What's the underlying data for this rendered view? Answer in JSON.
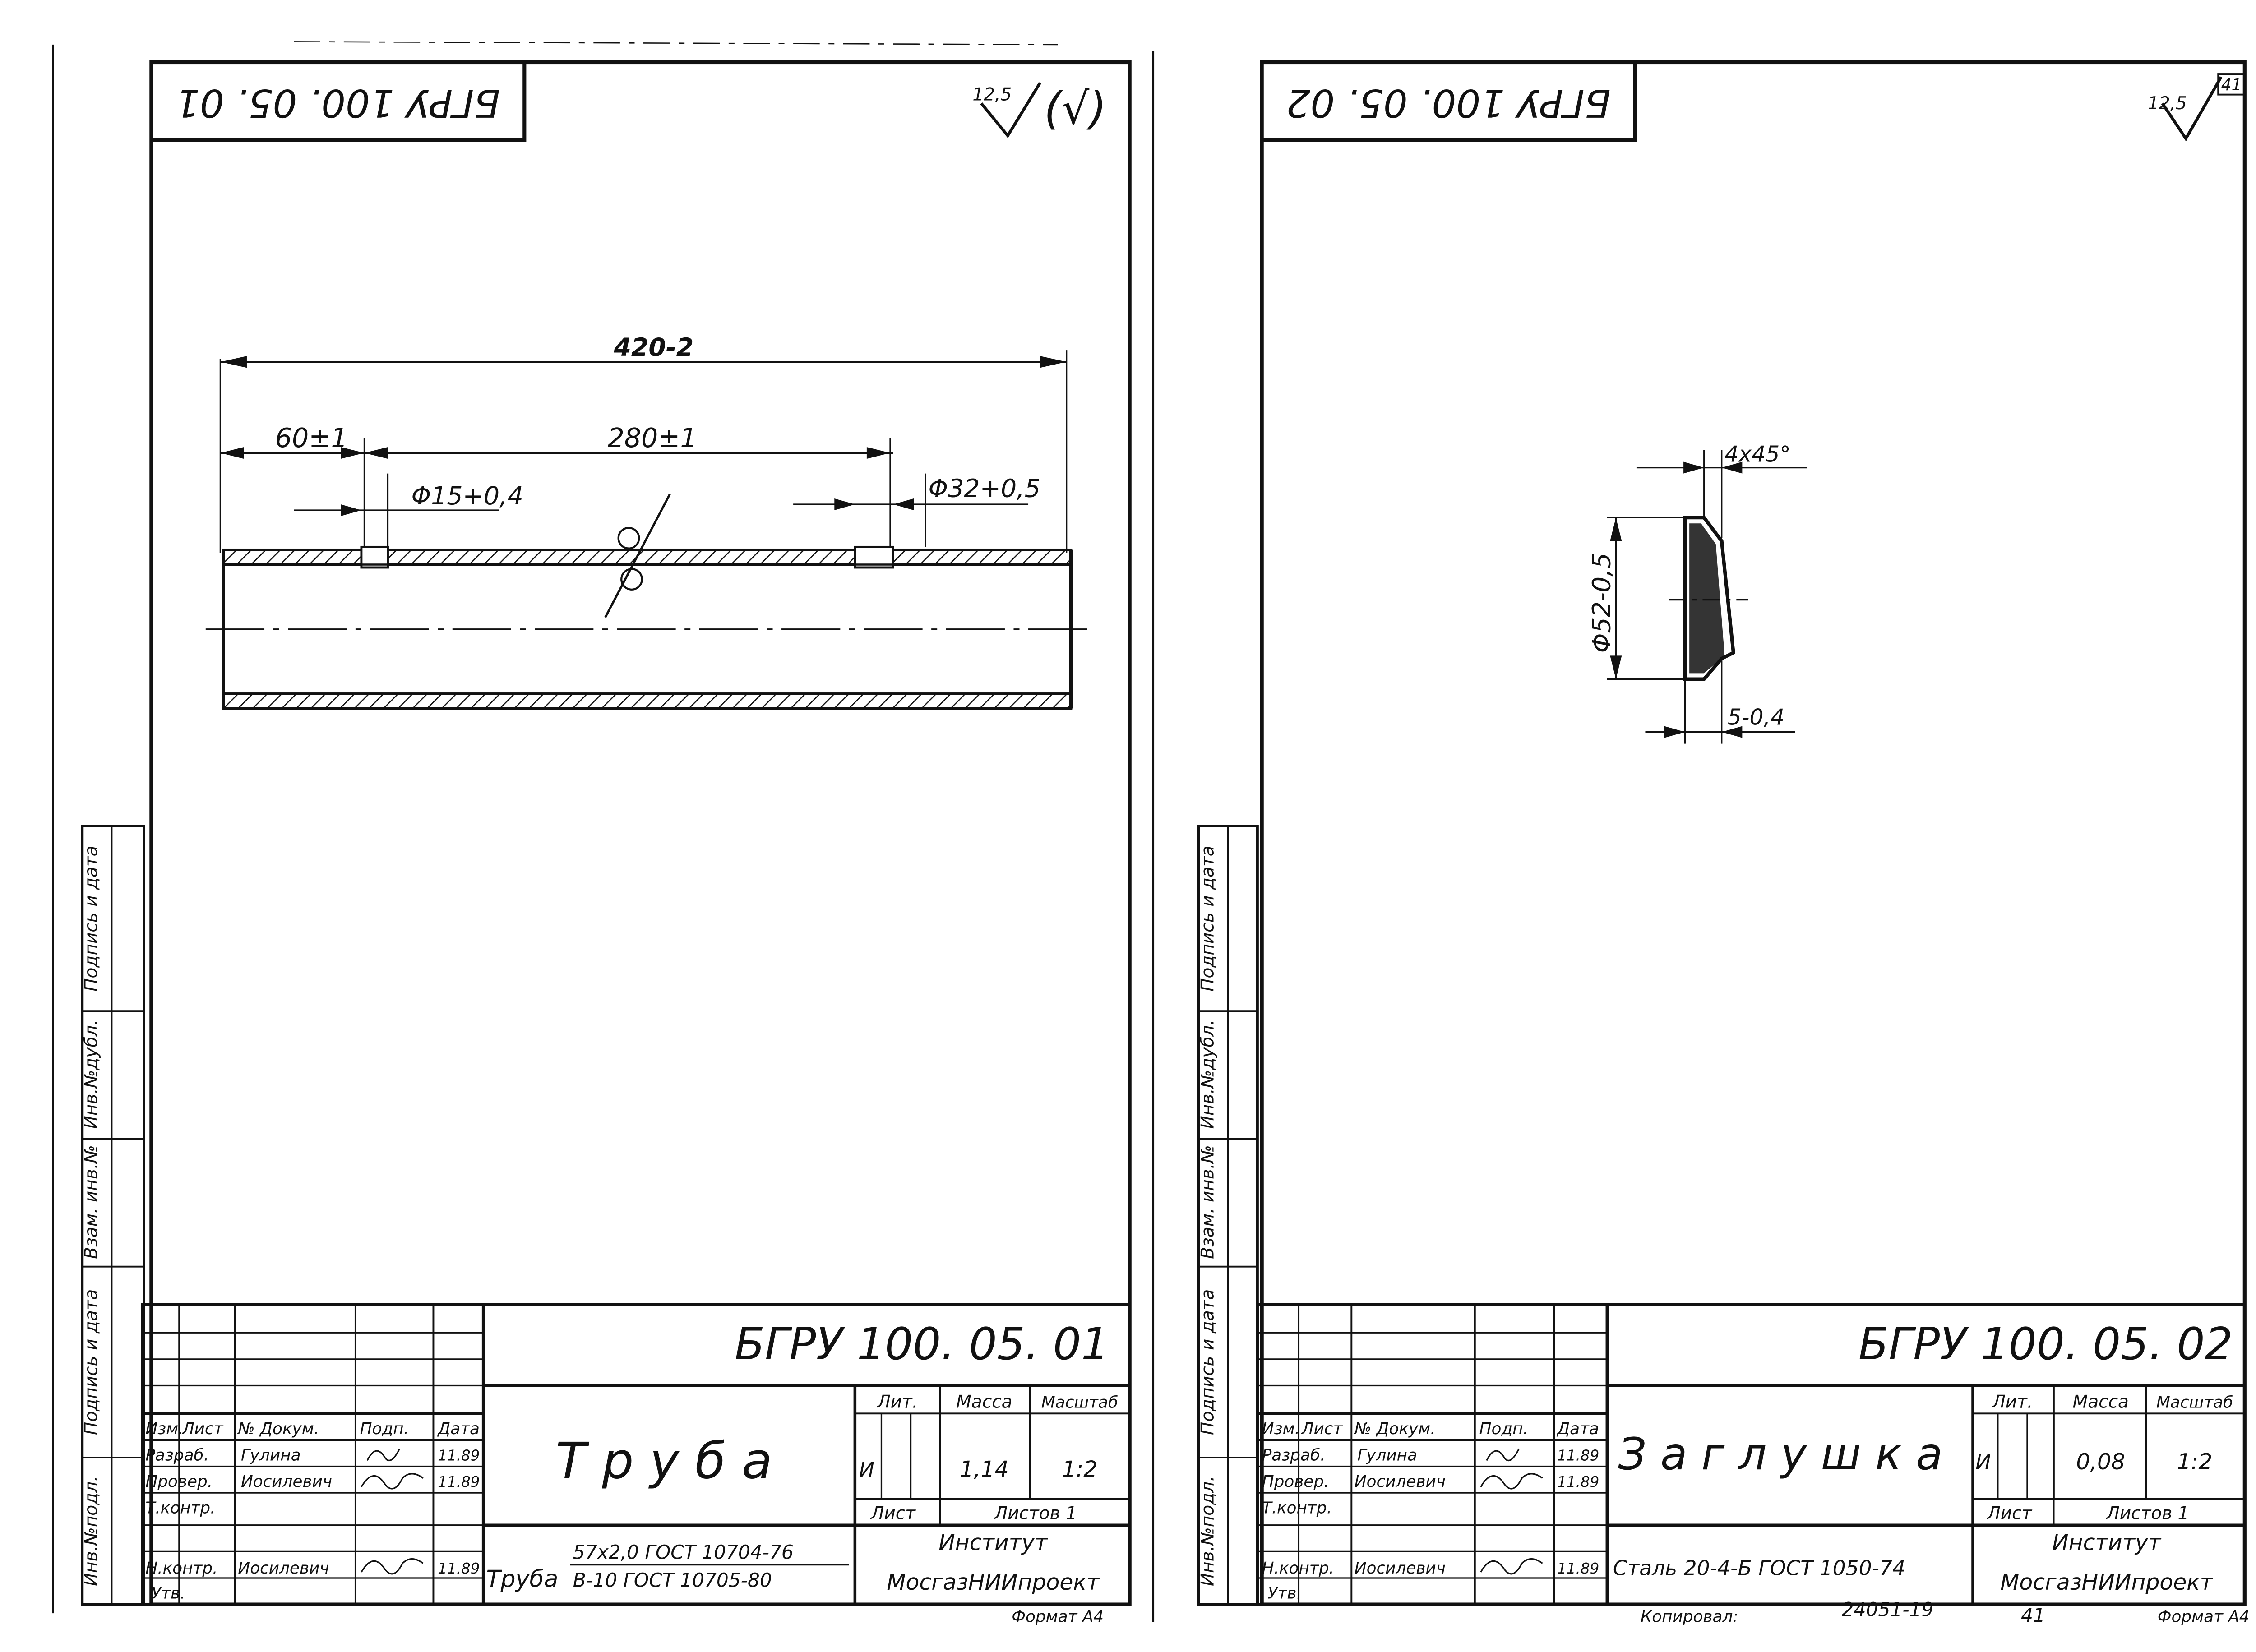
{
  "sheets": [
    {
      "code_box": "БГРУ 100. 05. 01",
      "roughness": "12,5",
      "roughness_paren": "(√)",
      "drawing": {
        "dim_overall": "420-2",
        "dim_left": "60±1",
        "dim_middle": "280±1",
        "dia_small": "Φ15+0,4",
        "dia_large": "Φ32+0,5"
      },
      "side_labels": [
        "Инв.№подл.",
        "Подпись и дата",
        "Взам. инв.№",
        "Инв.№дубл.",
        "Подпись и дата"
      ],
      "title_block": {
        "designation": "БГРУ 100. 05. 01",
        "part_name": "Т р у б а",
        "hdr_izm": "Изм.",
        "hdr_list": "Лист",
        "hdr_doc": "№ Докум.",
        "hdr_sign": "Подп.",
        "hdr_date": "Дата",
        "row_razrab": "Разраб.",
        "razrab_name": "Гулина",
        "razrab_date": "11.89",
        "row_prover": "Провер.",
        "prover_name": "Иосилевич",
        "prover_date": "11.89",
        "row_tkontr": "Т.контр.",
        "row_nkontr": "Н.контр.",
        "nkontr_name": "Иосилевич",
        "nkontr_date": "11.89",
        "row_utv": "Утв.",
        "lit_header": "Лит.",
        "mass_header": "Масса",
        "scale_header": "Масштаб",
        "lit_value": "И",
        "mass_value": "1,14",
        "scale_value": "1:2",
        "sheet_label": "Лист",
        "sheets_label": "Листов 1",
        "material_prefix": "Труба",
        "material_line1": "57х2,0 ГОСТ 10704-76",
        "material_line2": "В-10 ГОСТ 10705-80",
        "org_line1": "Институт",
        "org_line2": "МосгазНИИпроект",
        "format": "Формат А4"
      }
    },
    {
      "code_box": "БГРУ 100. 05. 02",
      "roughness": "12,5",
      "page_number": "41",
      "drawing": {
        "chamfer": "4х45°",
        "dia": "Φ52-0,5",
        "thickness": "5-0,4"
      },
      "side_labels": [
        "Инв.№подл.",
        "Подпись и дата",
        "Взам. инв.№",
        "Инв.№дубл.",
        "Подпись и дата"
      ],
      "title_block": {
        "designation": "БГРУ 100. 05. 02",
        "part_name": "З а г л у ш к а",
        "hdr_izm": "Изм.",
        "hdr_list": "Лист",
        "hdr_doc": "№ Докум.",
        "hdr_sign": "Подп.",
        "hdr_date": "Дата",
        "row_razrab": "Разраб.",
        "razrab_name": "Гулина",
        "razrab_date": "11.89",
        "row_prover": "Провер.",
        "prover_name": "Иосилевич",
        "prover_date": "11.89",
        "row_tkontr": "Т.контр.",
        "row_nkontr": "Н.контр.",
        "nkontr_name": "Иосилевич",
        "nkontr_date": "11.89",
        "row_utv": "Утв.",
        "lit_header": "Лит.",
        "mass_header": "Масса",
        "scale_header": "Масштаб",
        "lit_value": "И",
        "mass_value": "0,08",
        "scale_value": "1:2",
        "sheet_label": "Лист",
        "sheets_label": "Листов 1",
        "material": "Сталь 20-4-Б ГОСТ 1050-74",
        "org_line1": "Институт",
        "org_line2": "МосгазНИИпроект",
        "format": "Формат А4"
      },
      "footer": {
        "copied": "Копировал:",
        "doc_number": "24051-19",
        "page": "41"
      }
    }
  ]
}
